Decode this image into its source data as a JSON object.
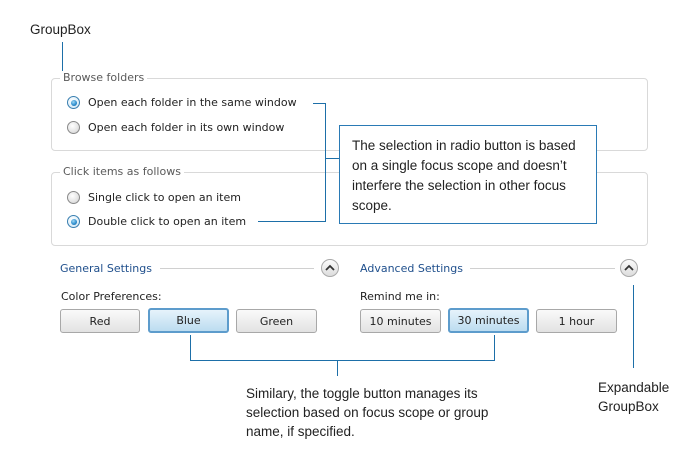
{
  "annotations": {
    "groupbox_label": "GroupBox",
    "radio_callout": "The selection in radio button is based on a single focus scope and doesn’t interfere the selection in other focus scope.",
    "toggle_callout": "Similary, the toggle button manages its selection based on focus scope or group name, if specified.",
    "expandable_label_1": "Expandable",
    "expandable_label_2": "GroupBox"
  },
  "browse_folders": {
    "header": "Browse folders",
    "options": [
      {
        "label": "Open each folder in the same window",
        "checked": true
      },
      {
        "label": "Open each folder in its own window",
        "checked": false
      }
    ]
  },
  "click_items": {
    "header": "Click items as follows",
    "options": [
      {
        "label": "Single click to open an item",
        "checked": false
      },
      {
        "label": "Double click to open an item",
        "checked": true
      }
    ]
  },
  "general_settings": {
    "header": "General Settings",
    "expander_icon": "chevron-up-icon",
    "label": "Color Preferences:",
    "buttons": [
      {
        "label": "Red",
        "selected": false
      },
      {
        "label": "Blue",
        "selected": true
      },
      {
        "label": "Green",
        "selected": false
      }
    ]
  },
  "advanced_settings": {
    "header": "Advanced Settings",
    "expander_icon": "chevron-up-icon",
    "label": "Remind me in:",
    "buttons": [
      {
        "label": "10 minutes",
        "selected": false
      },
      {
        "label": "30 minutes",
        "selected": true
      },
      {
        "label": "1 hour",
        "selected": false
      }
    ]
  },
  "colors": {
    "accent": "#1d6fa8",
    "header_blue": "#1f4f8c",
    "selected_button": "#bcdcf0"
  }
}
